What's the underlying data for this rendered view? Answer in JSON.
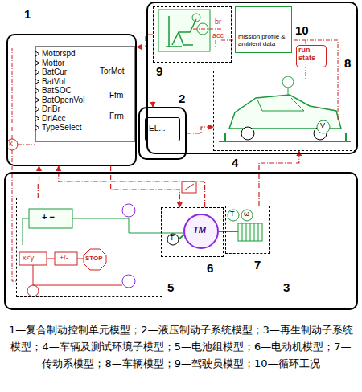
{
  "diagram": {
    "caption": "1—复合制动控制单元模型；2—液压制动子系统模型；3—再生制动子系统模型；4—车辆及测试环境子模型；5—电池组模型；6—电动机模型；7—传动系模型；8—车辆模型；9—驾驶员模型；10—循环工况",
    "nodes": [
      {
        "text": [
          "1",
          "Motorspd",
          "Mottor",
          "BatCur",
          "BatVol",
          "BatSOC",
          "BatOpenVol",
          "DriBr",
          "DriAcc",
          "TypeSelect",
          "TorMot",
          "Ffm",
          "Frm"
        ]
      },
      {
        "text": [
          "2"
        ]
      },
      {
        "text": [
          "EL..."
        ],
        "in": 1
      },
      {
        "text": [
          "4"
        ]
      },
      {
        "text": [
          "9",
          "br",
          "acc"
        ],
        "in": 3
      },
      {
        "text": [
          "10",
          "mission profile & ambient data"
        ],
        "in": 3
      },
      {
        "text": [
          "run stats"
        ],
        "in": 3
      },
      {
        "text": [
          "8"
        ],
        "in": 3
      },
      {
        "text": [
          "3"
        ]
      },
      {
        "text": [
          "5",
          "+ −",
          "x<y",
          "+/-",
          "STOP"
        ],
        "in": 8
      },
      {
        "text": [
          "6",
          "TM",
          "T"
        ],
        "in": 8
      },
      {
        "text": [
          "7"
        ],
        "in": 8
      }
    ],
    "edges": [
      {
        "from": 0,
        "to": 1,
        "arrow": "to"
      },
      {
        "from": 1,
        "to": 7,
        "arrow": "to"
      },
      {
        "from": 0,
        "to": 10,
        "arrow": "to"
      },
      {
        "from": 4,
        "to": 0,
        "arrow": "to"
      },
      {
        "from": 9,
        "to": 0,
        "arrow": "to"
      },
      {
        "from": 10,
        "to": 0,
        "arrow": "to"
      },
      {
        "from": 11,
        "to": 7,
        "arrow": "to"
      }
    ],
    "labels": [
      "k",
      "T",
      "ω",
      "V"
    ]
  }
}
